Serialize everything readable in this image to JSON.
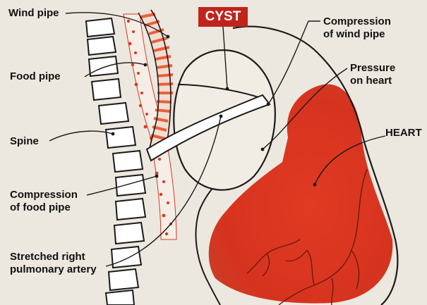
{
  "colors": {
    "heart": "#d6331f",
    "cyst_tag": "#c0241b",
    "pipe_stripes": "#e8603a",
    "dots": "#d83a26",
    "outline": "#1a1a1a",
    "paper": "#ece8df"
  },
  "labels": {
    "wind_pipe": "Wind pipe",
    "food_pipe": "Food pipe",
    "spine": "Spine",
    "compression_food_1": "Compression",
    "compression_food_2": "of food pipe",
    "stretched_1": "Stretched right",
    "stretched_2": "pulmonary artery",
    "cyst": "CYST",
    "compression_wind_1": "Compression",
    "compression_wind_2": "of wind pipe",
    "pressure_1": "Pressure",
    "pressure_2": "on heart",
    "heart": "HEART"
  }
}
